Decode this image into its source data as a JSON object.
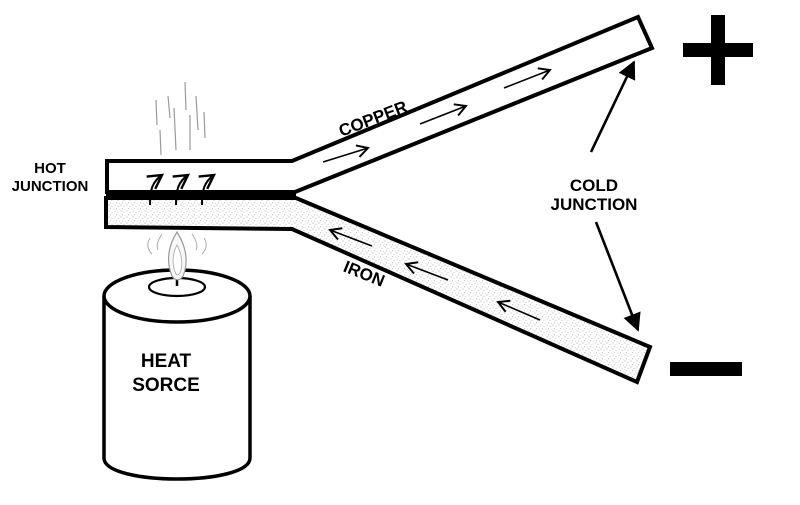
{
  "labels": {
    "hot_junction_line1": "HOT",
    "hot_junction_line2": "JUNCTION",
    "copper": "COPPER",
    "iron": "IRON",
    "cold_junction_line1": "COLD",
    "cold_junction_line2": "JUNCTION",
    "heat_source_line1": "HEAT",
    "heat_source_line2": "SORCE",
    "positive_sign": "+",
    "negative_sign": "–"
  },
  "colors": {
    "ink": "#000000",
    "background": "#ffffff",
    "iron_stipple": "#c8c8c8",
    "flame": "#f2f2f2"
  },
  "icons": {
    "current_arrow": "right-arrow-icon",
    "heat_arrow": "curved-up-arrow-icon",
    "flame": "flame-icon",
    "smoke": "smoke-icon"
  }
}
